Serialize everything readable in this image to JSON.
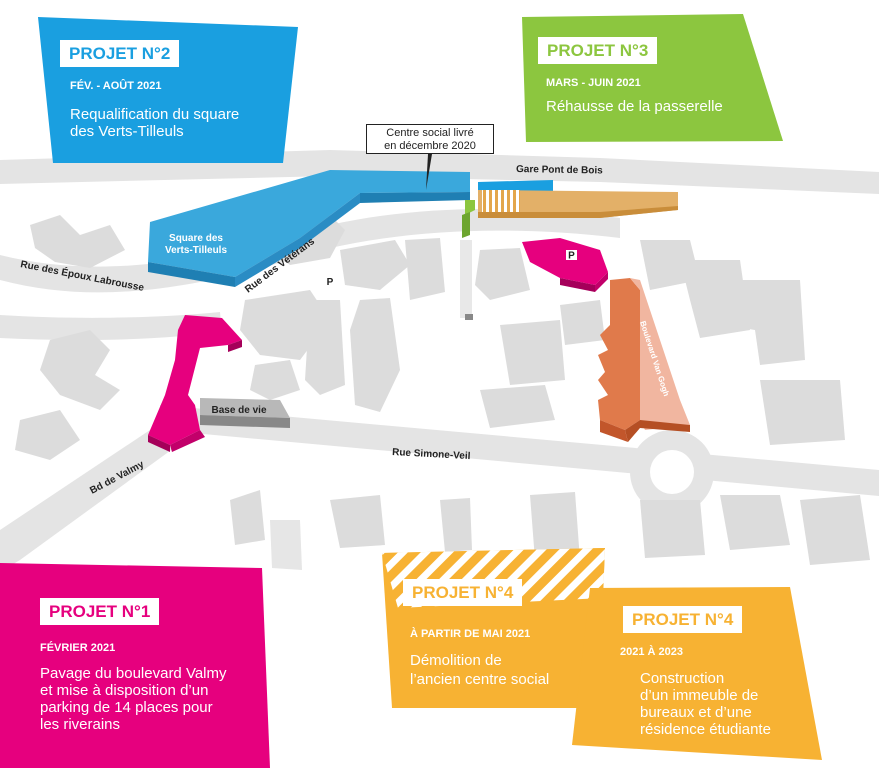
{
  "streets": {
    "epoux": "Rue des Époux Labrousse",
    "veterans": "Rue des Vétérans",
    "simone": "Rue Simone-Veil",
    "valmy": "Bd de Valmy",
    "vangogh": "Boulevard Van Gogh",
    "gare": "Gare Pont de Bois"
  },
  "labels": {
    "square_l1": "Square des",
    "square_l2": "Verts-Tilleuls",
    "base": "Base de vie",
    "parking_a": "P",
    "parking_b": "P",
    "callout_l1": "Centre social livré",
    "callout_l2": "en décembre 2020"
  },
  "projects": {
    "p2": {
      "title": "PROJET N°2",
      "date": "FÉV. - AOÛT 2021",
      "desc": [
        "Requalification du square",
        "des Verts-Tilleuls"
      ],
      "color": "#1a9fe0"
    },
    "p3": {
      "title": "PROJET N°3",
      "date": "MARS - JUIN 2021",
      "desc": [
        "Réhausse de la passerelle"
      ],
      "color": "#8cc63f"
    },
    "p1": {
      "title": "PROJET N°1",
      "date": "FÉVRIER 2021",
      "desc": [
        "Pavage du boulevard Valmy",
        "et mise à disposition d’un",
        "parking de 14 places pour",
        "les riverains"
      ],
      "color": "#e6007e"
    },
    "p4a": {
      "title": "PROJET N°4",
      "date": "À PARTIR DE MAI 2021",
      "desc": [
        "Démolition de",
        "l’ancien centre social"
      ],
      "color": "#f7b233"
    },
    "p4b": {
      "title": "PROJET N°4",
      "date": "2021 À 2023",
      "desc": [
        "Construction",
        "d’un immeuble de",
        "bureaux et d’une",
        "résidence étudiante"
      ],
      "color": "#f7b233"
    }
  }
}
